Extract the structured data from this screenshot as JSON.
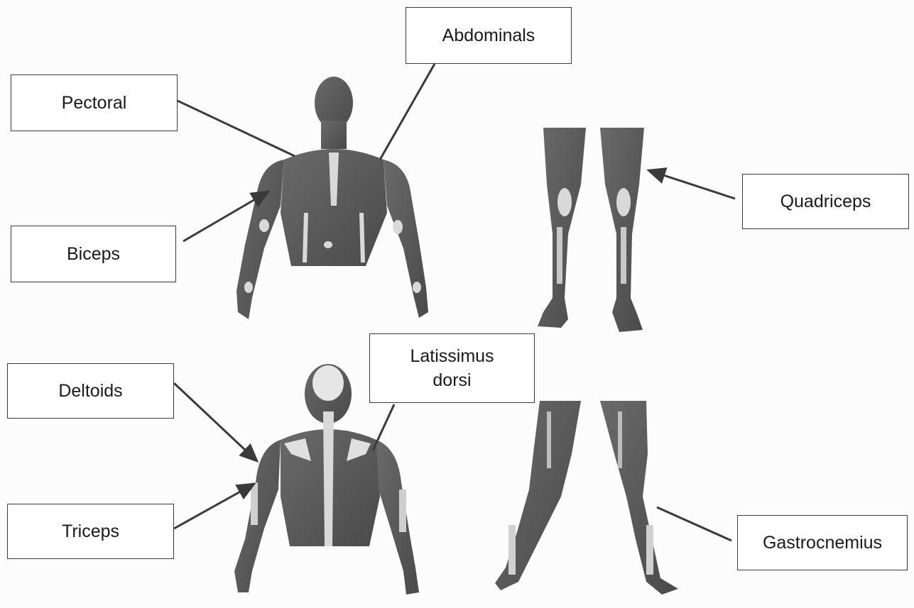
{
  "labels": {
    "abdominals": "Abdominals",
    "pectoral": "Pectoral",
    "biceps": "Biceps",
    "quadriceps": "Quadriceps",
    "deltoids": "Deltoids",
    "latissimus": "Latissimus\ndorsi",
    "triceps": "Triceps",
    "gastrocnemius": "Gastrocnemius"
  },
  "colors": {
    "muscle": "#5a5a5a",
    "highlight": "#d9d9d9",
    "line": "#3a3a3a",
    "box_border": "#3a3a3a"
  }
}
